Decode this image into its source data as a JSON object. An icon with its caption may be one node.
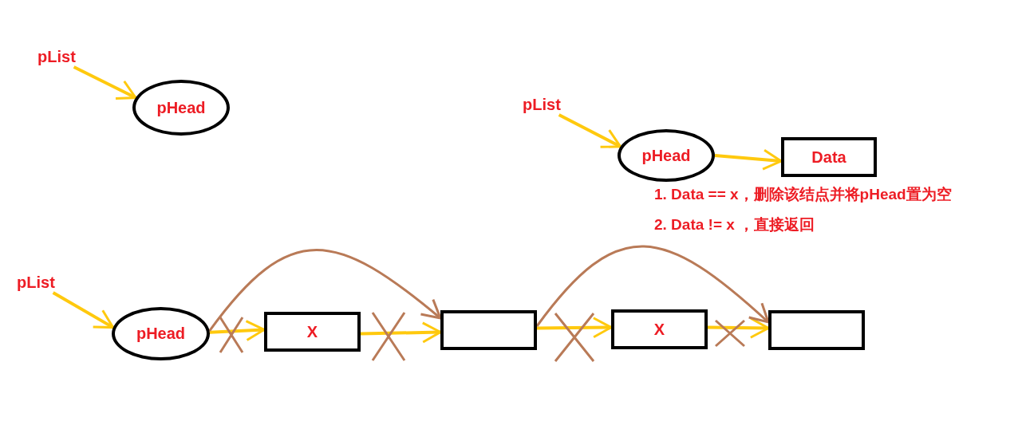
{
  "diagram": {
    "nodes": [
      {
        "text": [
          "pList"
        ]
      },
      {
        "text": [
          "pHead"
        ]
      },
      {
        "text": [
          "pList"
        ]
      },
      {
        "text": [
          "pHead"
        ]
      },
      {
        "text": [
          "Data"
        ]
      },
      {
        "text": [
          "pList"
        ]
      },
      {
        "text": [
          "pHead"
        ]
      },
      {
        "text": [
          "X"
        ]
      },
      {
        "text": [],
        "shape": "box"
      },
      {
        "text": [
          "X"
        ]
      },
      {
        "text": [],
        "shape": "box"
      }
    ],
    "edges": [
      {
        "from": 0,
        "to": 1,
        "arrow": "to"
      },
      {
        "from": 2,
        "to": 3,
        "arrow": "to"
      },
      {
        "from": 3,
        "to": 4,
        "arrow": "to"
      },
      {
        "from": 5,
        "to": 6,
        "arrow": "to"
      },
      {
        "from": 6,
        "to": 7,
        "arrow": "to"
      },
      {
        "from": 7,
        "to": 8,
        "arrow": "to"
      },
      {
        "from": 8,
        "to": 9,
        "arrow": "to"
      },
      {
        "from": 9,
        "to": 10,
        "arrow": "to"
      },
      {
        "from": 6,
        "to": 8,
        "arrow": "to",
        "color": "#b97a57"
      },
      {
        "from": 8,
        "to": 10,
        "arrow": "to",
        "color": "#b97a57"
      }
    ],
    "labels": [
      "1. Data == x，删除该结点并将pHead置为空",
      "2. Data != x ，直接返回"
    ]
  }
}
